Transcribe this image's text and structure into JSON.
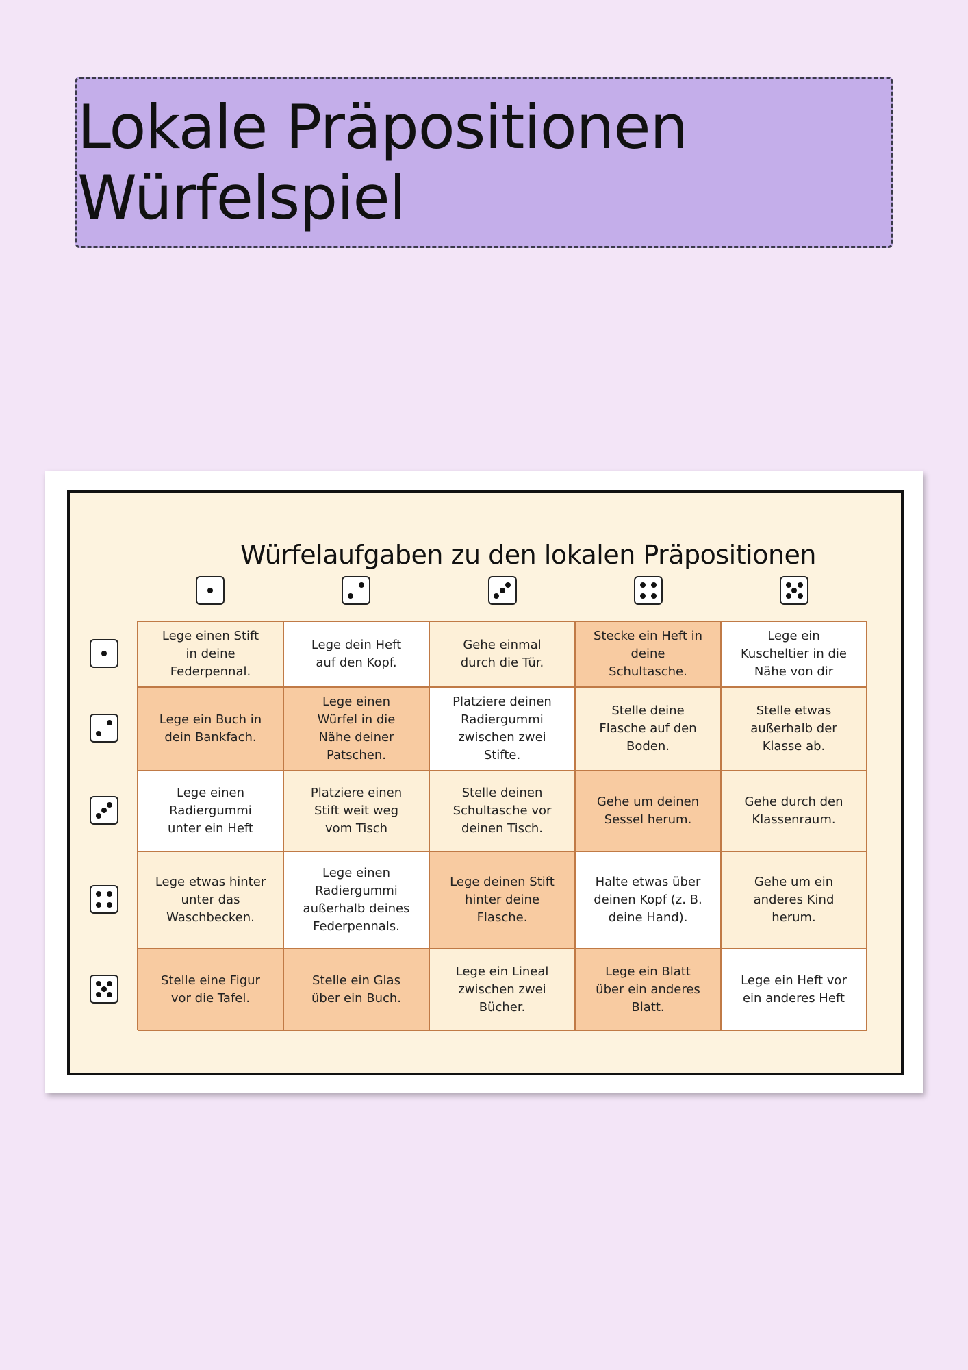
{
  "banner": {
    "title": "Lokale Präpositionen Würfelspiel"
  },
  "board": {
    "title": "Würfelaufgaben zu den lokalen Präpositionen",
    "column_dice": [
      1,
      2,
      3,
      4,
      5
    ],
    "row_dice": [
      1,
      2,
      3,
      4,
      5
    ],
    "colors": {
      "white": "#ffffff",
      "cream": "#fdf0d8",
      "orange": "#f8cba1",
      "grid_line": "#c07a46"
    },
    "rows": [
      [
        {
          "text": "Lege einen Stift in deine Federpennal.",
          "color": "cream"
        },
        {
          "text": "Lege dein Heft auf den Kopf.",
          "color": "white"
        },
        {
          "text": "Gehe einmal durch die Tür.",
          "color": "cream"
        },
        {
          "text": "Stecke ein Heft in deine Schultasche.",
          "color": "orange"
        },
        {
          "text": "Lege ein Kuscheltier in die Nähe von dir",
          "color": "white"
        }
      ],
      [
        {
          "text": "Lege ein Buch in dein Bankfach.",
          "color": "orange"
        },
        {
          "text": "Lege einen Würfel in die Nähe deiner Patschen.",
          "color": "orange"
        },
        {
          "text": "Platziere deinen Radiergummi zwischen zwei Stifte.",
          "color": "white"
        },
        {
          "text": "Stelle deine Flasche auf den Boden.",
          "color": "cream"
        },
        {
          "text": "Stelle etwas außerhalb der Klasse ab.",
          "color": "cream"
        }
      ],
      [
        {
          "text": "Lege einen Radiergummi unter ein Heft",
          "color": "white"
        },
        {
          "text": "Platziere einen Stift weit weg vom Tisch",
          "color": "cream"
        },
        {
          "text": "Stelle deinen Schultasche vor deinen Tisch.",
          "color": "cream"
        },
        {
          "text": "Gehe um deinen Sessel herum.",
          "color": "orange"
        },
        {
          "text": "Gehe durch den Klassenraum.",
          "color": "cream"
        }
      ],
      [
        {
          "text": "Lege etwas hinter unter das Waschbecken.",
          "color": "cream"
        },
        {
          "text": "Lege einen Radiergummi außerhalb deines Federpennals.",
          "color": "white"
        },
        {
          "text": "Lege deinen Stift hinter deine Flasche.",
          "color": "orange"
        },
        {
          "text": "Halte etwas über deinen Kopf (z. B. deine Hand).",
          "color": "white"
        },
        {
          "text": "Gehe um ein anderes Kind herum.",
          "color": "cream"
        }
      ],
      [
        {
          "text": "Stelle eine Figur vor die Tafel.",
          "color": "orange"
        },
        {
          "text": "Stelle ein Glas über ein Buch.",
          "color": "orange"
        },
        {
          "text": "Lege ein Lineal zwischen zwei Bücher.",
          "color": "cream"
        },
        {
          "text": "Lege ein Blatt über ein anderes Blatt.",
          "color": "orange"
        },
        {
          "text": "Lege ein Heft vor ein anderes Heft",
          "color": "white"
        }
      ]
    ]
  }
}
